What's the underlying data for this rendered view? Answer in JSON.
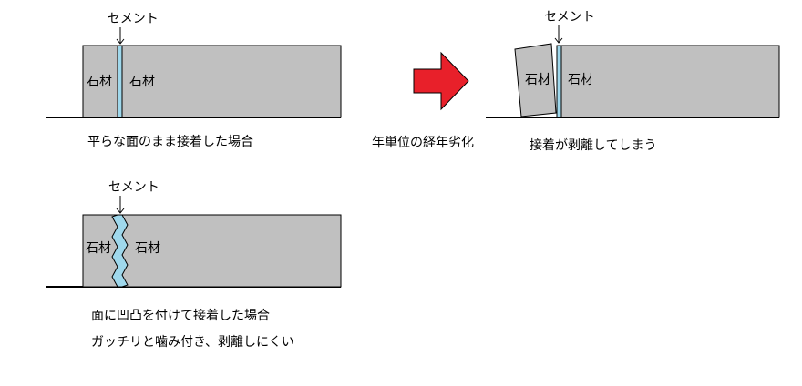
{
  "labels": {
    "cement": "セメント",
    "stone": "石材"
  },
  "captions": {
    "flat": "平らな面のまま接着した場合",
    "aging": "年単位の経年劣化",
    "peel": "接着が剥離してしまう",
    "uneven": "面に凹凸を付けて接着した場合",
    "interlock": "ガッチリと噛み付き、剥離しにくい"
  },
  "colors": {
    "stone": "#c0c0c0",
    "cement": "#9fd8ec",
    "arrow": "#e8202a",
    "line": "#000000"
  }
}
